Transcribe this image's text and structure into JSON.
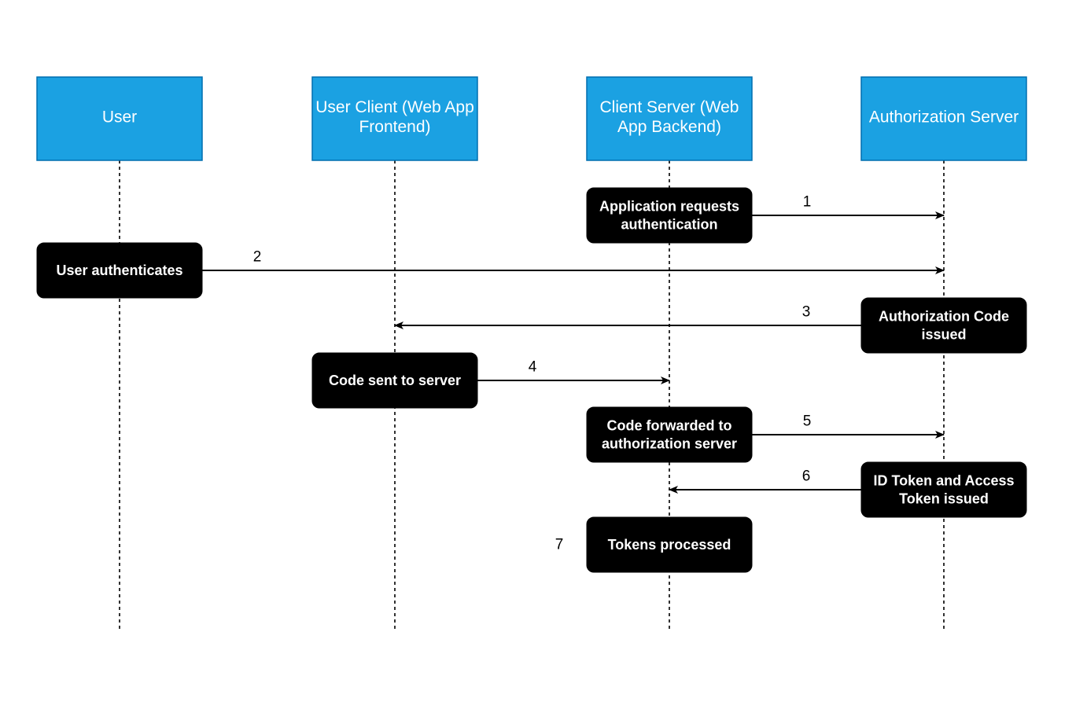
{
  "participants": [
    {
      "id": "user",
      "label_lines": [
        "User"
      ]
    },
    {
      "id": "client",
      "label_lines": [
        "User Client (Web App",
        "Frontend)"
      ]
    },
    {
      "id": "server",
      "label_lines": [
        "Client Server (Web",
        "App Backend)"
      ]
    },
    {
      "id": "auth",
      "label_lines": [
        "Authorization Server"
      ]
    }
  ],
  "steps": [
    {
      "number": "1",
      "from": "server",
      "to": "auth",
      "label_lines": [
        "Application requests",
        "authentication"
      ]
    },
    {
      "number": "2",
      "from": "user",
      "to": "auth",
      "label_lines": [
        "User authenticates"
      ]
    },
    {
      "number": "3",
      "from": "auth",
      "to": "client",
      "label_lines": [
        "Authorization Code",
        "issued"
      ]
    },
    {
      "number": "4",
      "from": "client",
      "to": "server",
      "label_lines": [
        "Code sent to server"
      ]
    },
    {
      "number": "5",
      "from": "server",
      "to": "auth",
      "label_lines": [
        "Code forwarded to",
        "authorization server"
      ]
    },
    {
      "number": "6",
      "from": "auth",
      "to": "server",
      "label_lines": [
        "ID Token and Access",
        "Token issued"
      ]
    },
    {
      "number": "7",
      "from": "server",
      "to": null,
      "label_lines": [
        "Tokens processed"
      ]
    }
  ],
  "colors": {
    "header_fill": "#1ba1e2",
    "header_stroke": "#006eaf",
    "step_fill": "#000000",
    "text_light": "#ffffff"
  }
}
